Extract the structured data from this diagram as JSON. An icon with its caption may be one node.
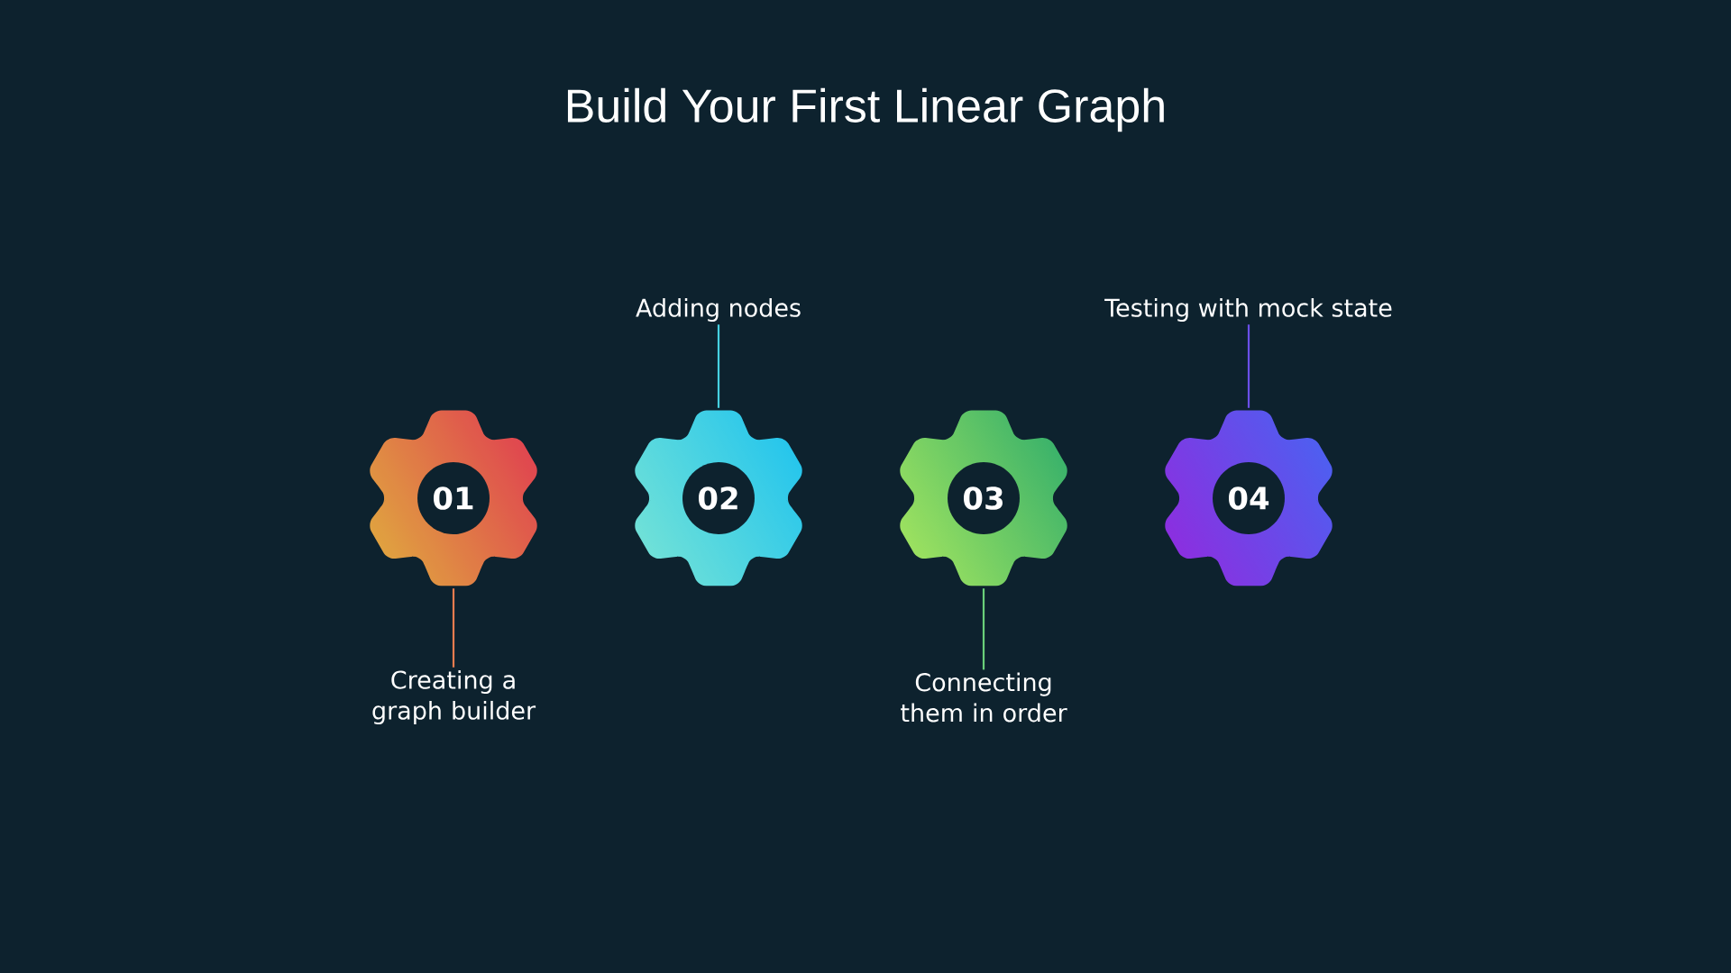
{
  "diagram": {
    "title": "Build Your First Linear Graph",
    "nodes": [
      {
        "text": [
          "Adding nodes"
        ]
      },
      {
        "text": [
          "Testing with mock state"
        ]
      },
      {
        "text": [
          "01"
        ]
      },
      {
        "text": [
          "02"
        ]
      },
      {
        "text": [
          "03"
        ]
      },
      {
        "text": [
          "04"
        ]
      },
      {
        "text": [
          "Creating a graph builder"
        ]
      },
      {
        "text": [
          "Connecting them in order"
        ]
      }
    ],
    "edges": [
      {
        "from": 0,
        "to": 3,
        "arrow": "none",
        "color": "#45d0e0"
      },
      {
        "from": 1,
        "to": 5,
        "arrow": "none",
        "color": "#6a4fe8"
      },
      {
        "from": 6,
        "to": 2,
        "arrow": "none",
        "color": "#e87c4f"
      },
      {
        "from": 7,
        "to": 4,
        "arrow": "none",
        "color": "#6ad07a"
      }
    ]
  }
}
